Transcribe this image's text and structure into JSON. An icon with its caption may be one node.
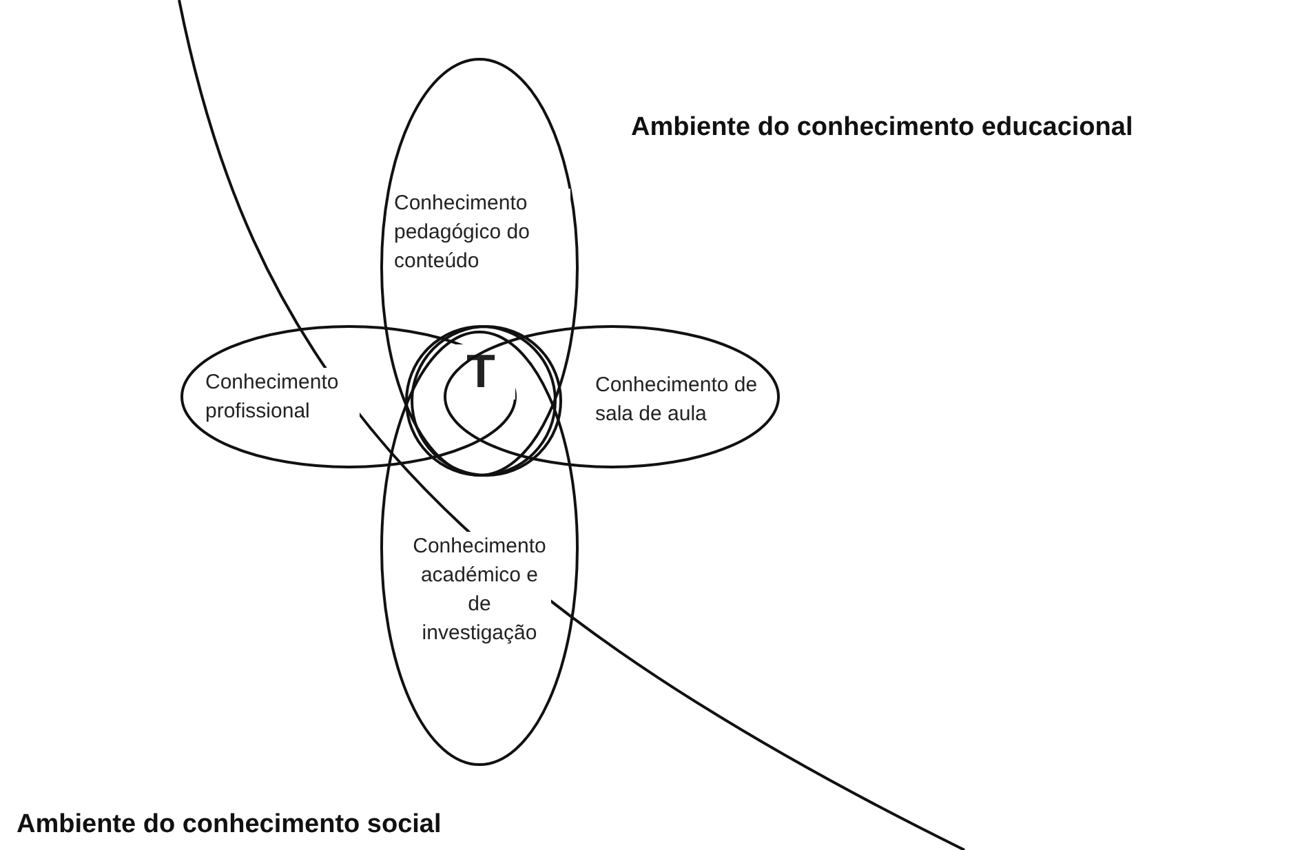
{
  "diagram": {
    "nodes": [
      {
        "text": [
          "Conhecimento pedagógico do conteúdo"
        ]
      },
      {
        "text": [
          "Conhecimento profissional"
        ]
      },
      {
        "text": [
          "T"
        ]
      },
      {
        "text": [
          "Conhecimento de sala de aula"
        ]
      },
      {
        "text": [
          "Conhecimento académico e de investigação"
        ]
      }
    ],
    "edges": [],
    "labels": [
      "Ambiente do conhecimento educacional",
      "Ambiente do conhecimento social"
    ]
  }
}
